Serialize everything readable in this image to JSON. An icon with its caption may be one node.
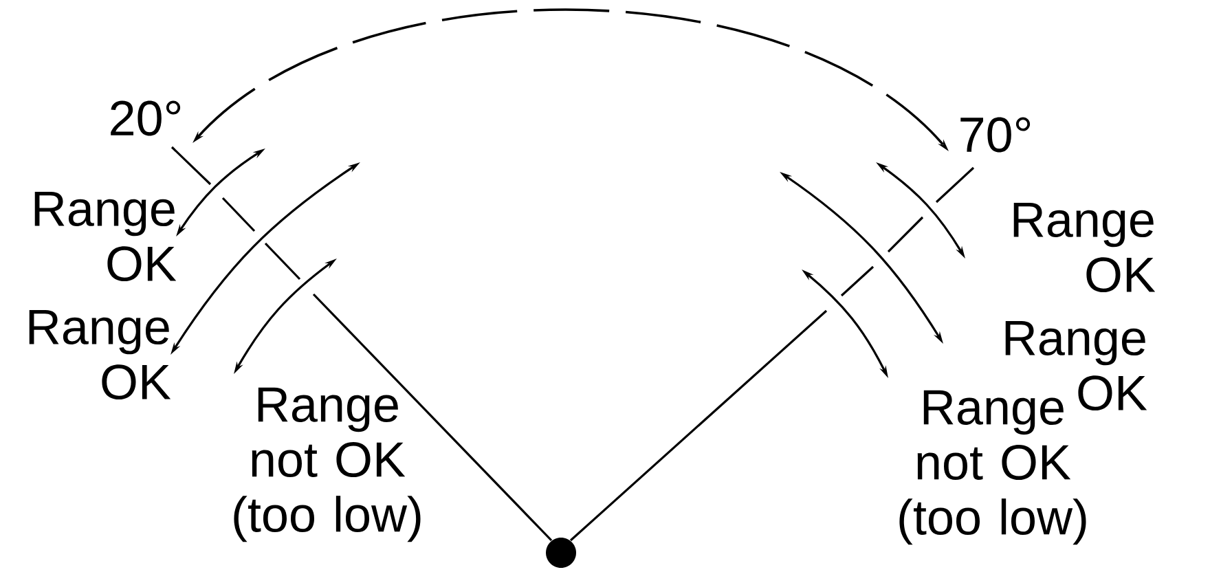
{
  "diagram": {
    "labels": [
      "20°",
      "70°",
      "Range OK",
      "Range OK",
      "Range OK",
      "Range OK",
      "Range not OK (too low)",
      "Range not OK (too low)"
    ]
  }
}
